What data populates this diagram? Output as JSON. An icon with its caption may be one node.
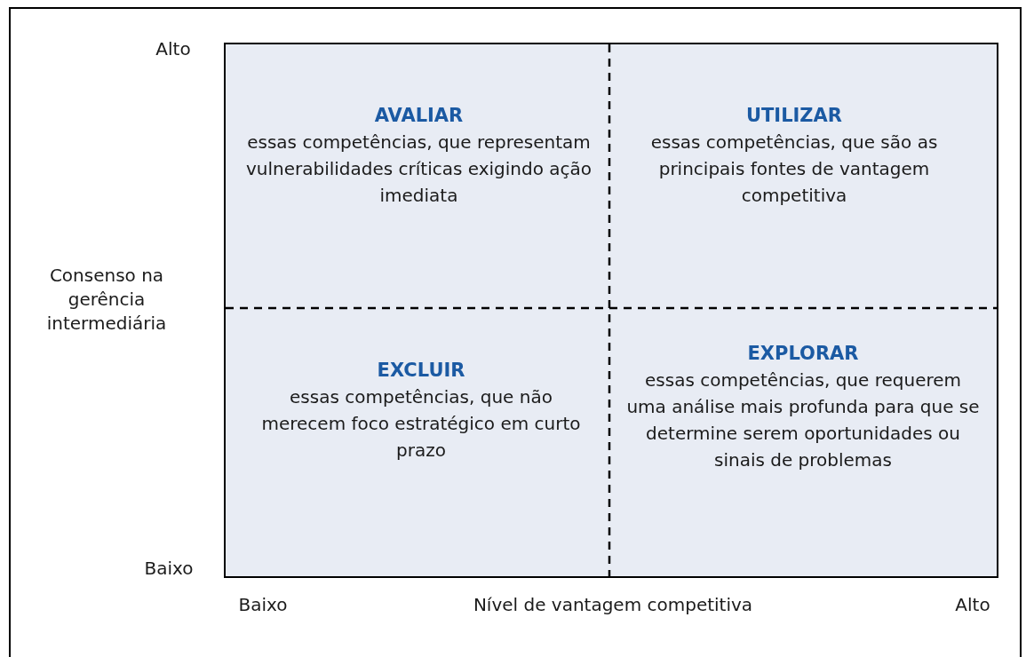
{
  "diagram": {
    "nodes": [
      {
        "text": [
          "AVALIAR",
          "essas competências, que representam vulnerabilidades críticas exigindo ação imediata"
        ]
      },
      {
        "text": [
          "UTILIZAR",
          "essas competências, que são as principais fontes de vantagem competitiva"
        ]
      },
      {
        "text": [
          "EXCLUIR",
          "essas competências, que não merecem foco estratégico em curto prazo"
        ]
      },
      {
        "text": [
          "EXPLORAR",
          "essas competências, que requerem uma análise mais profunda para que se determine serem oportunidades ou sinais de problemas"
        ]
      }
    ],
    "labels": [
      "Alto",
      "Consenso na gerência intermediária",
      "Baixo",
      "Baixo",
      "Nível de vantagem competitiva",
      "Alto"
    ]
  }
}
